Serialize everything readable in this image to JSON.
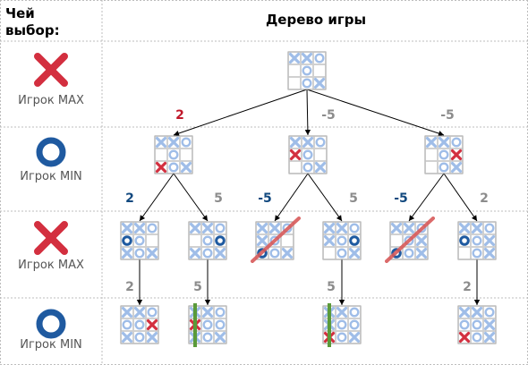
{
  "header": {
    "who_label": "Чей\nвыбор:",
    "title": "Дерево игры"
  },
  "rows": [
    {
      "player": "Игрок MAX",
      "icon": "cross-icon"
    },
    {
      "player": "Игрок MIN",
      "icon": "ring-icon"
    },
    {
      "player": "Игрок MAX",
      "icon": "cross-icon"
    },
    {
      "player": "Игрок MIN",
      "icon": "ring-icon"
    }
  ],
  "colors": {
    "cross": "#d32f3f",
    "ring": "#1f5aa0",
    "cell_x": "#9fbde8",
    "cell_o": "#9fbde8",
    "value_red": "#c0182a",
    "value_blue": "#12497f",
    "value_grey": "#8c8c8c",
    "prune_green": "#5a9a3a",
    "prune_red": "#d85a5a"
  },
  "tree": {
    "root": {
      "board": [
        "X",
        "X",
        "O",
        "",
        "O",
        "",
        "",
        "O",
        "X"
      ]
    },
    "level1": [
      {
        "board": [
          "X",
          "X",
          "O",
          "",
          "O",
          "",
          "X",
          "O",
          "X"
        ],
        "placed": 6
      },
      {
        "board": [
          "X",
          "X",
          "O",
          "X",
          "O",
          "",
          "",
          "O",
          "X"
        ],
        "placed": 3
      },
      {
        "board": [
          "X",
          "X",
          "O",
          "",
          "O",
          "X",
          "",
          "O",
          "X"
        ],
        "placed": 5
      }
    ],
    "level2": [
      {
        "board": [
          "X",
          "X",
          "O",
          "O",
          "O",
          "",
          "X",
          "O",
          "X"
        ],
        "placed": 3,
        "pruned": false
      },
      {
        "board": [
          "X",
          "X",
          "O",
          "",
          "O",
          "O",
          "X",
          "O",
          "X"
        ],
        "placed": 5,
        "pruned": false
      },
      {
        "board": [
          "X",
          "X",
          "O",
          "X",
          "O",
          "",
          "O",
          "O",
          "X"
        ],
        "placed": 6,
        "pruned": true
      },
      {
        "board": [
          "X",
          "X",
          "O",
          "X",
          "O",
          "O",
          "",
          "O",
          "X"
        ],
        "placed": 5,
        "pruned": false
      },
      {
        "board": [
          "X",
          "X",
          "O",
          "",
          "O",
          "X",
          "O",
          "O",
          "X"
        ],
        "placed": 6,
        "pruned": true
      },
      {
        "board": [
          "X",
          "X",
          "O",
          "O",
          "O",
          "X",
          "",
          "O",
          "X"
        ],
        "placed": 3,
        "pruned": false
      }
    ],
    "level3": [
      {
        "board": [
          "X",
          "X",
          "O",
          "O",
          "O",
          "X",
          "X",
          "O",
          "X"
        ],
        "placed": 5,
        "cut": false,
        "parent": 0
      },
      {
        "board": [
          "X",
          "X",
          "O",
          "X",
          "O",
          "O",
          "X",
          "O",
          "X"
        ],
        "placed": 3,
        "cut": true,
        "parent": 1
      },
      {
        "board": [
          "X",
          "X",
          "O",
          "X",
          "O",
          "O",
          "X",
          "O",
          "X"
        ],
        "placed": 6,
        "cut": true,
        "parent": 3
      },
      {
        "board": [
          "X",
          "X",
          "O",
          "O",
          "O",
          "X",
          "X",
          "O",
          "X"
        ],
        "placed": 6,
        "cut": false,
        "parent": 5
      }
    ]
  },
  "values": {
    "root_children": [
      "2",
      "-5",
      "-5"
    ],
    "level1_children": [
      "2",
      "5",
      "-5",
      "5",
      "-5",
      "2"
    ],
    "level2_children": [
      "2",
      "5",
      "5",
      "2"
    ]
  }
}
